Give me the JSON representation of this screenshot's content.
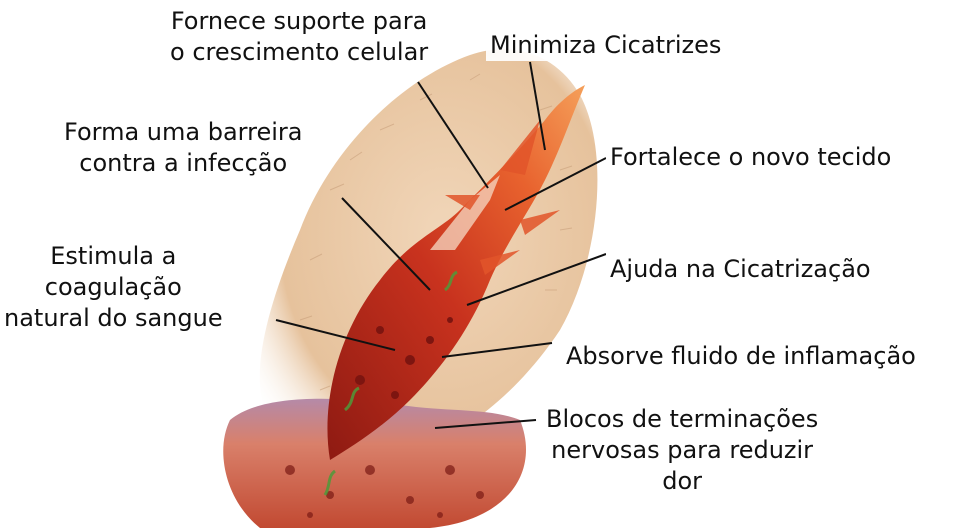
{
  "labels": {
    "support": [
      "Fornece suporte para",
      "o crescimento celular"
    ],
    "scars": [
      "Minimiza Cicatrizes"
    ],
    "barrier": [
      "Forma uma barreira",
      "contra a infecção"
    ],
    "strengthen": [
      "Fortalece o novo tecido"
    ],
    "coagulation": [
      "Estimula a",
      "coagulação",
      "natural do sangue"
    ],
    "healing": [
      "Ajuda na Cicatrização"
    ],
    "fluid": [
      "Absorve fluido de inflamação"
    ],
    "nerve": [
      "Blocos de terminações",
      "nervosas para reduzir",
      "dor"
    ]
  },
  "colors": {
    "skin": "#e9c7a4",
    "skin_dark": "#d6ab84",
    "wound": "#c8321e",
    "wound_dark": "#8e1a12",
    "wound_light": "#f29a55",
    "dressing": "#f6d9c4",
    "leader_line": "#111111"
  }
}
